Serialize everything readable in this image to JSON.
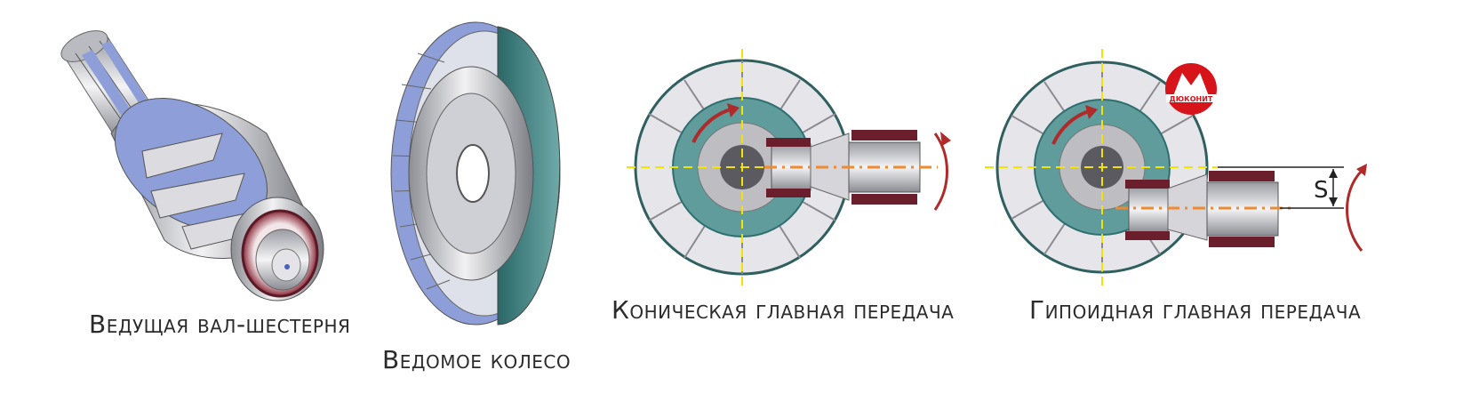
{
  "captions": {
    "drive_pinion": "Ведущая вал-шестерня",
    "driven_gear": "Ведомое колесо",
    "bevel_drive": "Коническая главная передача",
    "hypoid_drive": "Гипоидная главная передача"
  },
  "offset_label": "S",
  "logo": {
    "text": "ДЮКОНИТ",
    "color": "#d8141b"
  },
  "colors": {
    "teal": "#5f9c9b",
    "dark_teal": "#2f6f6f",
    "maroon": "#6b1f2c",
    "axis_yellow": "#f3e300",
    "axis_orange": "#f08a2e",
    "arrow_red": "#b02a2a",
    "steel": "#c9c9cc",
    "blue_tooth": "#8e9ed8"
  },
  "icons": [
    "rotation-arrow-icon",
    "logo-badge-icon"
  ]
}
